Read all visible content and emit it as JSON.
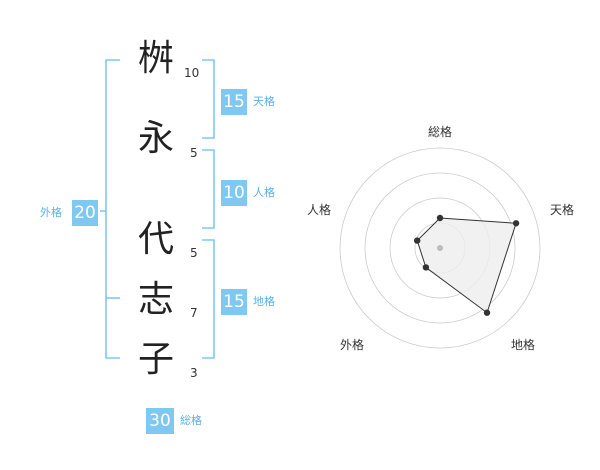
{
  "surname": [
    {
      "char": "桝",
      "strokes": "10"
    },
    {
      "char": "永",
      "strokes": "5"
    }
  ],
  "given_name": [
    {
      "char": "代",
      "strokes": "5"
    },
    {
      "char": "志",
      "strokes": "7"
    },
    {
      "char": "子",
      "strokes": "3"
    }
  ],
  "kakusu": {
    "tenkaku": {
      "value": "15",
      "label": "天格"
    },
    "jinkaku": {
      "value": "10",
      "label": "人格"
    },
    "chikaku": {
      "value": "15",
      "label": "地格"
    },
    "gaikaku": {
      "value": "20",
      "label": "外格"
    },
    "soukaku": {
      "value": "30",
      "label": "総格"
    }
  },
  "colors": {
    "bracket": "#7ec8f2",
    "badge": "#7ec8f2",
    "radar_fill": "#eeeeee",
    "ring": "#cccccc"
  },
  "chart_data": {
    "type": "radar",
    "axes": [
      "総格",
      "天格",
      "地格",
      "外格",
      "人格"
    ],
    "values": [
      1.5,
      4,
      4,
      1.2,
      1.2
    ],
    "rings": 4,
    "max": 5
  }
}
